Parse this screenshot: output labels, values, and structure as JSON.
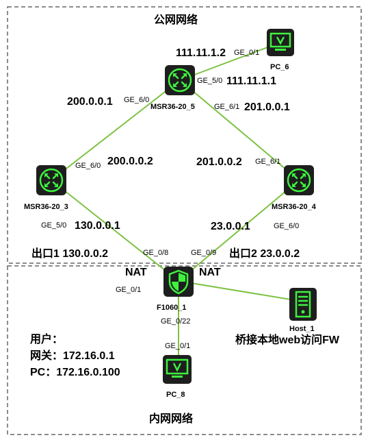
{
  "zones": {
    "public": "公网网络",
    "private": "内网网络"
  },
  "devices": {
    "pc6": "PC_6",
    "msr5": "MSR36-20_5",
    "msr3": "MSR36-20_3",
    "msr4": "MSR36-20_4",
    "fw": "F1060_1",
    "host1": "Host_1",
    "pc8": "PC_8"
  },
  "ips": {
    "pc6_ip": "111.11.1.2",
    "msr5_ge50_ip": "111.11.1.1",
    "msr5_ge60_ip": "200.0.0.1",
    "msr5_ge61_ip": "201.0.0.1",
    "msr3_ge60_ip": "200.0.0.2",
    "msr4_ge61_ip": "201.0.0.2",
    "msr3_ge50_ip": "130.0.0.1",
    "msr4_ge60_ip": "23.0.0.1",
    "exit1": "出口1 130.0.0.2",
    "exit2": "出口2 23.0.0.2"
  },
  "ports": {
    "pc6_ge01": "GE_0/1",
    "msr5_ge50": "GE_5/0",
    "msr5_ge60": "GE_6/0",
    "msr5_ge61": "GE_6/1",
    "msr3_ge60": "GE_6/0",
    "msr4_ge61": "GE_6/1",
    "msr3_ge50": "GE_5/0",
    "msr4_ge60": "GE_6/0",
    "fw_ge08": "GE_0/8",
    "fw_ge09": "GE_0/9",
    "fw_ge01": "GE_0/1",
    "fw_ge022": "GE_0/22",
    "pc8_ge01": "GE_0/1"
  },
  "nat_left": "NAT",
  "nat_right": "NAT",
  "user_info": {
    "title": "用户：",
    "gateway": "网关：172.16.0.1",
    "pc": "PC：172.16.0.100"
  },
  "bridge_note": "桥接本地web访问FW",
  "colors": {
    "link": "#7cc242",
    "device_bg": "#1e1e1e",
    "device_green": "#3ef23e",
    "zone_border": "#666666"
  }
}
